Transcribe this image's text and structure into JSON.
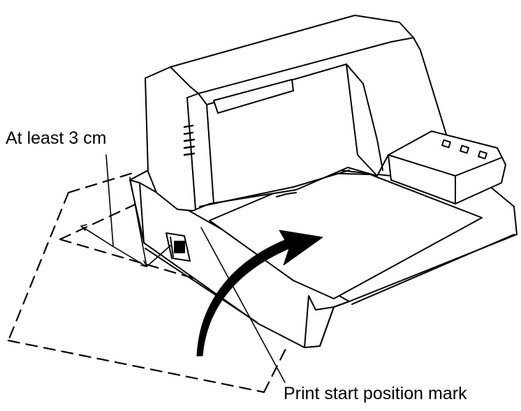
{
  "labels": {
    "clearance": "At least 3 cm",
    "mark": "Print start position mark"
  },
  "colors": {
    "ink": "#000000",
    "paper": "#ffffff"
  },
  "icons": {
    "arrow": "curved-insert-arrow",
    "printer": "slip-printer-line-art"
  }
}
